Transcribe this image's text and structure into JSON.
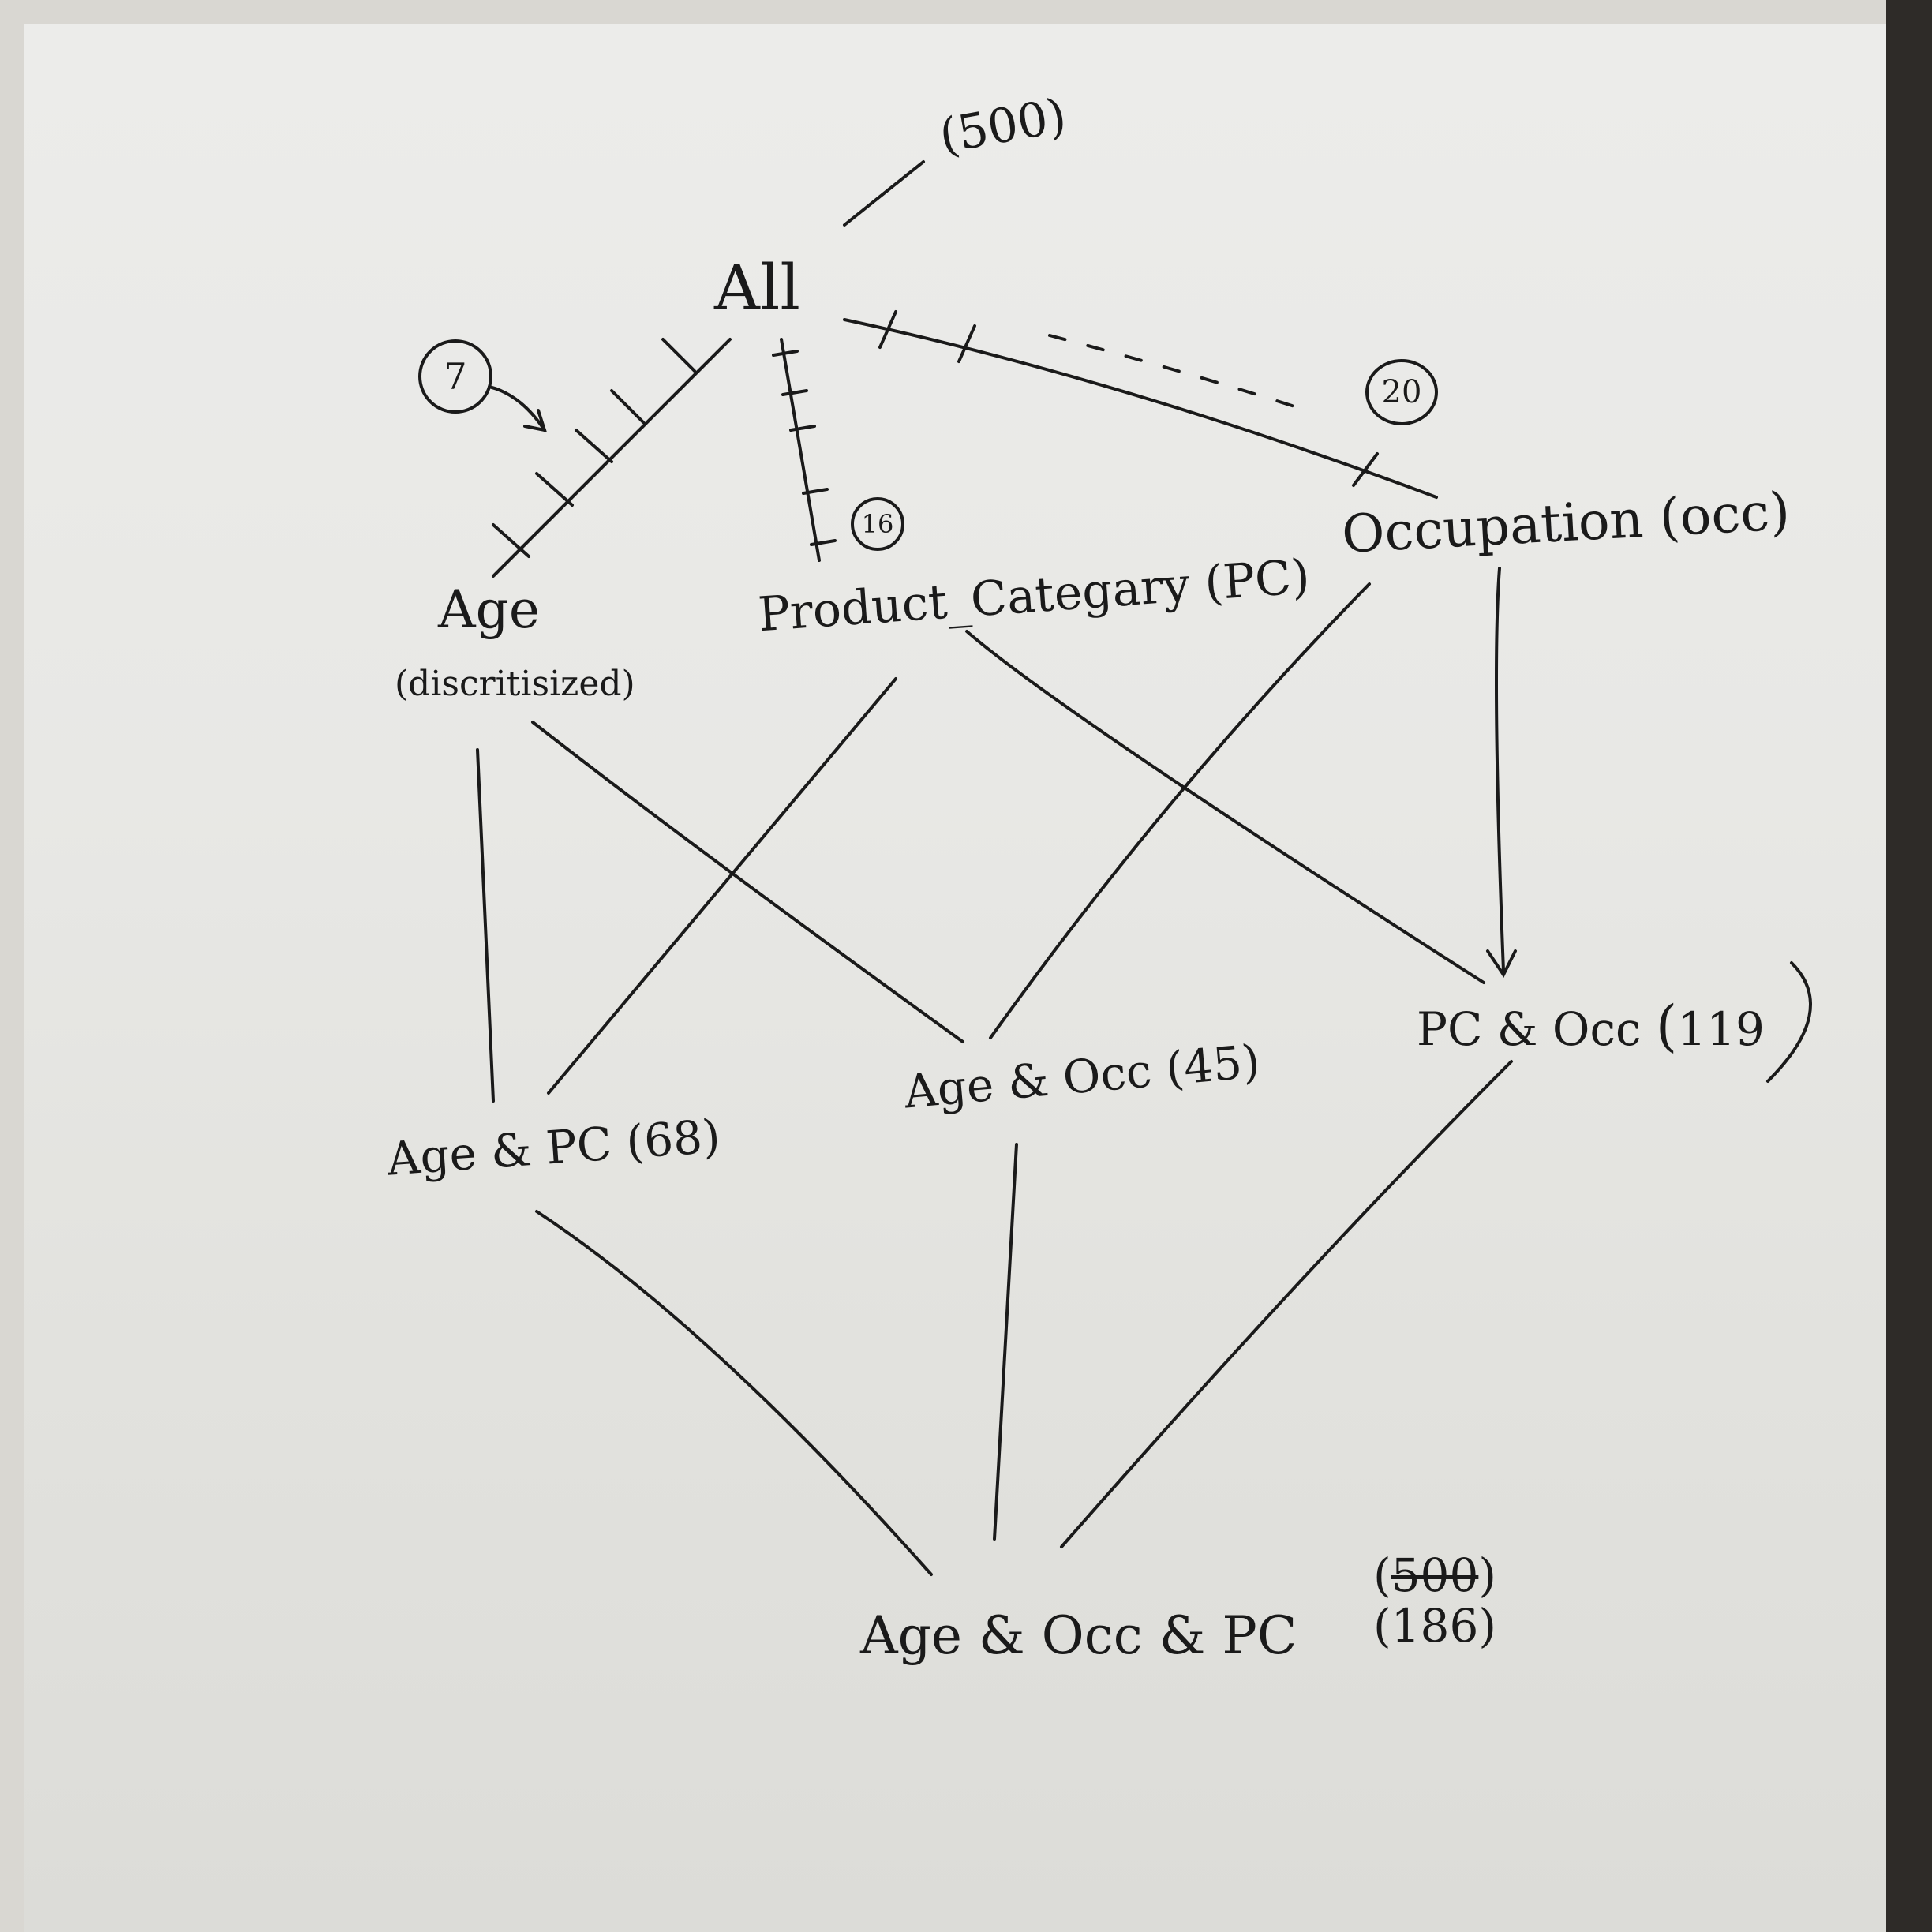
{
  "nodes": {
    "all": {
      "label": "All",
      "count": "500"
    },
    "age": {
      "label": "Age",
      "note": "(discritisized)"
    },
    "pc": {
      "label": "Product_Categary (PC)"
    },
    "occ": {
      "label": "Occupation (occ)"
    },
    "age_pc": {
      "label": "Age & PC",
      "count": "68"
    },
    "age_occ": {
      "label": "Age & Occ",
      "count": "45"
    },
    "pc_occ": {
      "label": "PC & Occ",
      "count": "119"
    },
    "age_occ_pc": {
      "label": "Age & Occ & PC",
      "count_old": "500",
      "count": "186"
    }
  },
  "circled": {
    "age": "7",
    "pc": "16",
    "occ": "20"
  },
  "colors": {
    "ink": "#1a1a1a",
    "paper": "#e8e8e5"
  }
}
